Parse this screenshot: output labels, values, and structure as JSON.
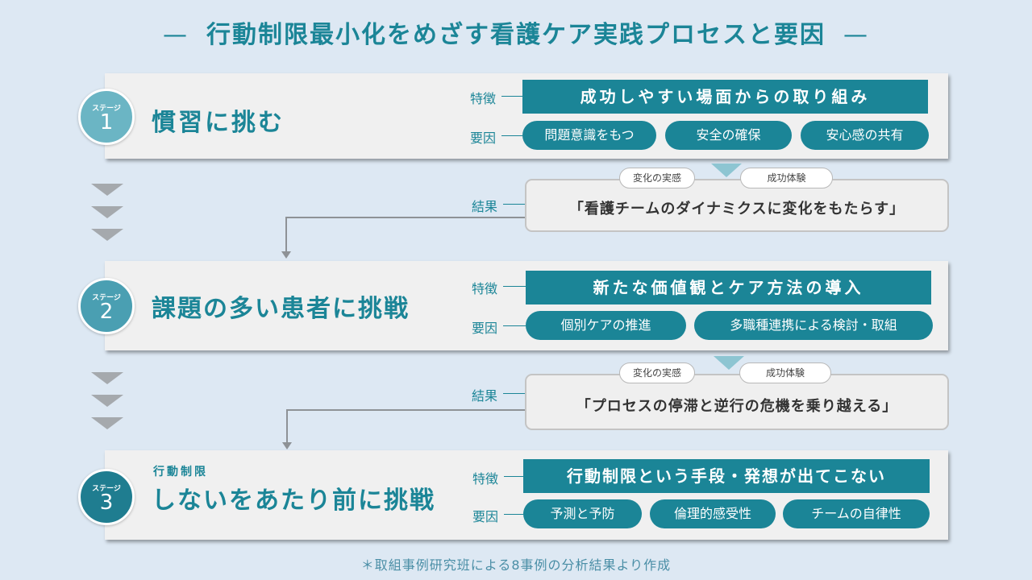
{
  "title": "行動制限最小化をめざす看護ケア実践プロセスと要因",
  "title_dash": "—",
  "labels": {
    "feature": "特徴",
    "factor": "要因",
    "result": "結果"
  },
  "stages": [
    {
      "stage_label": "ステージ",
      "number": "1",
      "prefix": "",
      "name": "慣習に挑む",
      "feature": "成功しやすい場面からの取り組み",
      "factors": [
        "問題意識をもつ",
        "安全の確保",
        "安心感の共有"
      ]
    },
    {
      "stage_label": "ステージ",
      "number": "2",
      "prefix": "",
      "name": "課題の多い患者に挑戦",
      "feature": "新たな価値観とケア方法の導入",
      "factors": [
        "個別ケアの推進",
        "多職種連携による検討・取組"
      ]
    },
    {
      "stage_label": "ステージ",
      "number": "3",
      "prefix": "行動制限",
      "name": "しないをあたり前に挑戦",
      "feature": "行動制限という手段・発想が出てこない",
      "factors": [
        "予測と予防",
        "倫理的感受性",
        "チームの自律性"
      ]
    }
  ],
  "results": [
    {
      "tags": [
        "変化の実感",
        "成功体験"
      ],
      "text": "「看護チームのダイナミクスに変化をもたらす」"
    },
    {
      "tags": [
        "変化の実感",
        "成功体験"
      ],
      "text": "「プロセスの停滞と逆行の危機を乗り越える」"
    }
  ],
  "footnote": "＊取組事例研究班による8事例の分析結果より作成",
  "colors": {
    "primary": "#1b8597",
    "background": "#dde8f3",
    "card": "#f0f0f0",
    "stage1_circle": "#6bb5c4",
    "stage2_circle": "#4a9fb2",
    "stage3_circle": "#1f7d90"
  }
}
